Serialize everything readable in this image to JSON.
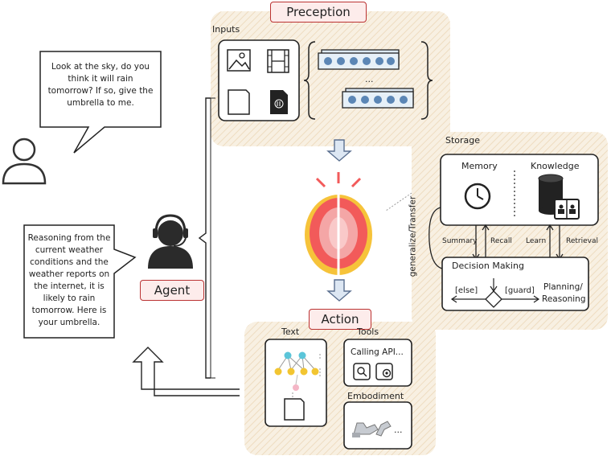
{
  "perception": {
    "title": "Preception",
    "inputs_label": "Inputs",
    "ellipsis": "..."
  },
  "user_speech": "Look at the sky, do you think it will rain tomorrow? If so, give the umbrella to me.",
  "agent": {
    "label": "Agent",
    "speech": "Reasoning from the current weather conditions and the weather reports on the internet, it is likely to rain tomorrow. Here is your umbrella."
  },
  "brain": {
    "transfer_label": "generalize/Transfer"
  },
  "storage": {
    "title": "Storage",
    "memory_label": "Memory",
    "knowledge_label": "Knowledge",
    "summary_label": "Summary",
    "recall_label": "Recall",
    "learn_label": "Learn",
    "retrieval_label": "Retrieval"
  },
  "decision": {
    "title": "Decision Making",
    "else_label": "[else]",
    "guard_label": "[guard]",
    "planning_label": "Planning/",
    "reasoning_label": "Reasoning"
  },
  "action": {
    "title": "Action",
    "text_label": "Text",
    "tools_label": "Tools",
    "calling_api_label": "Calling API...",
    "embodiment_label": "Embodiment",
    "embodiment_ellipsis": "..."
  },
  "colors": {
    "panel_fill": "#f6ecdc",
    "tag_border": "#b33a3a",
    "tag_fill": "#fdeceb",
    "brain_red": "#f25a5a",
    "brain_pink": "#f4a6a6",
    "brain_yellow": "#f6c33a",
    "arrow_blue": "#7f9fc9",
    "node_cyan": "#5bc5d9",
    "node_yellow": "#f2c531"
  }
}
